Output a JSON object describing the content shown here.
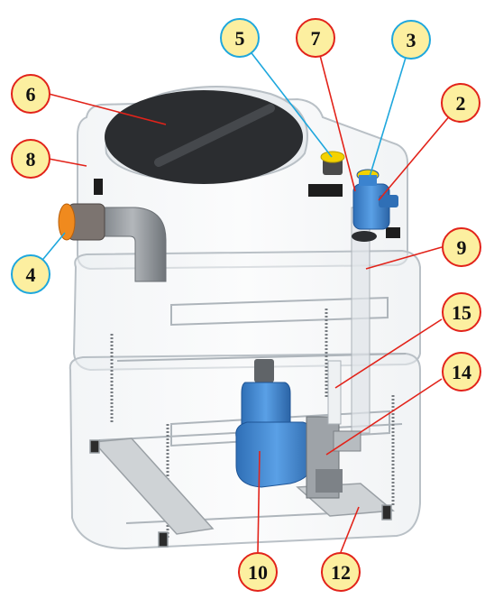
{
  "callouts": [
    {
      "id": "c2",
      "number": "2",
      "fill": "#fcefa0",
      "ring": "#e2231a"
    },
    {
      "id": "c3",
      "number": "3",
      "fill": "#fcefa0",
      "ring": "#1ea7dd"
    },
    {
      "id": "c4",
      "number": "4",
      "fill": "#fcefa0",
      "ring": "#1ea7dd"
    },
    {
      "id": "c5",
      "number": "5",
      "fill": "#fcefa0",
      "ring": "#1ea7dd"
    },
    {
      "id": "c6",
      "number": "6",
      "fill": "#fcefa0",
      "ring": "#e2231a"
    },
    {
      "id": "c7",
      "number": "7",
      "fill": "#fcefa0",
      "ring": "#e2231a"
    },
    {
      "id": "c8",
      "number": "8",
      "fill": "#fcefa0",
      "ring": "#e2231a"
    },
    {
      "id": "c9",
      "number": "9",
      "fill": "#fcefa0",
      "ring": "#e2231a"
    },
    {
      "id": "c10",
      "number": "10",
      "fill": "#fcefa0",
      "ring": "#e2231a"
    },
    {
      "id": "c12",
      "number": "12",
      "fill": "#fcefa0",
      "ring": "#e2231a"
    },
    {
      "id": "c14",
      "number": "14",
      "fill": "#fcefa0",
      "ring": "#e2231a"
    },
    {
      "id": "c15",
      "number": "15",
      "fill": "#fcefa0",
      "ring": "#e2231a"
    }
  ],
  "colors": {
    "tank_outline": "#b9c0c6",
    "lid": "#2b2d30",
    "pump_blue": "#3b83cf",
    "inlet_orange": "#f08a1e",
    "pipe_grey": "#8d9297",
    "vent_yellow": "#f4d200",
    "leader_red": "#e2231a",
    "leader_blue": "#1ea7dd"
  }
}
